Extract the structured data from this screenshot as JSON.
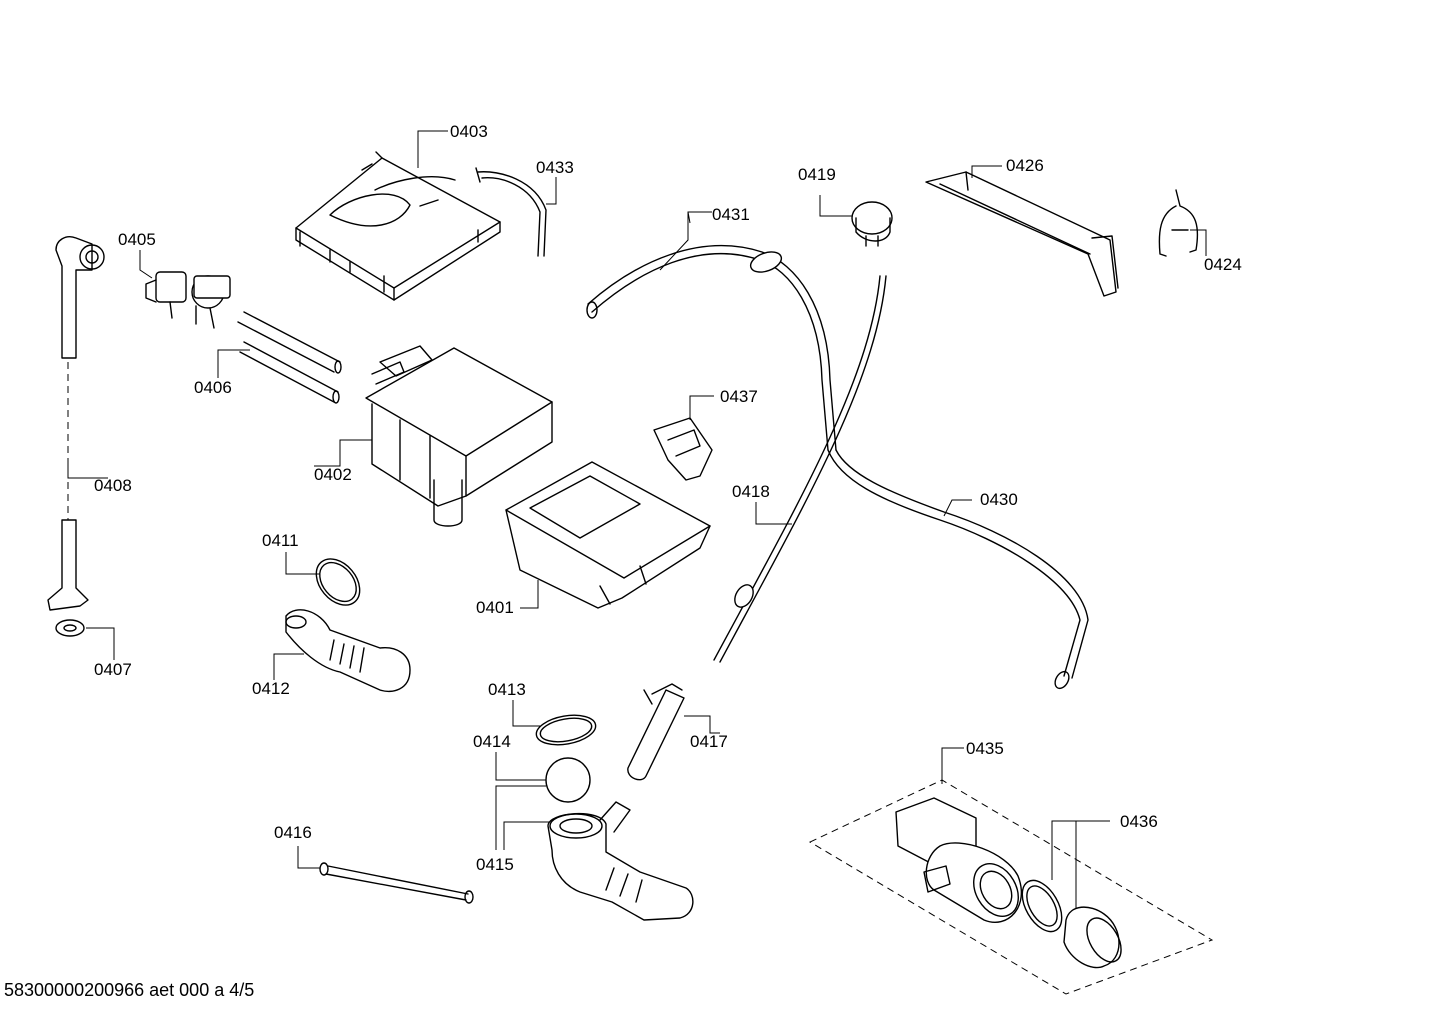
{
  "parts": [
    {
      "id": "0401"
    },
    {
      "id": "0402"
    },
    {
      "id": "0403"
    },
    {
      "id": "0405"
    },
    {
      "id": "0406"
    },
    {
      "id": "0407"
    },
    {
      "id": "0408"
    },
    {
      "id": "0411"
    },
    {
      "id": "0412"
    },
    {
      "id": "0413"
    },
    {
      "id": "0414"
    },
    {
      "id": "0415"
    },
    {
      "id": "0416"
    },
    {
      "id": "0417"
    },
    {
      "id": "0418"
    },
    {
      "id": "0419"
    },
    {
      "id": "0424"
    },
    {
      "id": "0426"
    },
    {
      "id": "0430"
    },
    {
      "id": "0431"
    },
    {
      "id": "0433"
    },
    {
      "id": "0435"
    },
    {
      "id": "0436"
    },
    {
      "id": "0437"
    }
  ],
  "footer": "58300000200966 aet 000 a 4/5"
}
